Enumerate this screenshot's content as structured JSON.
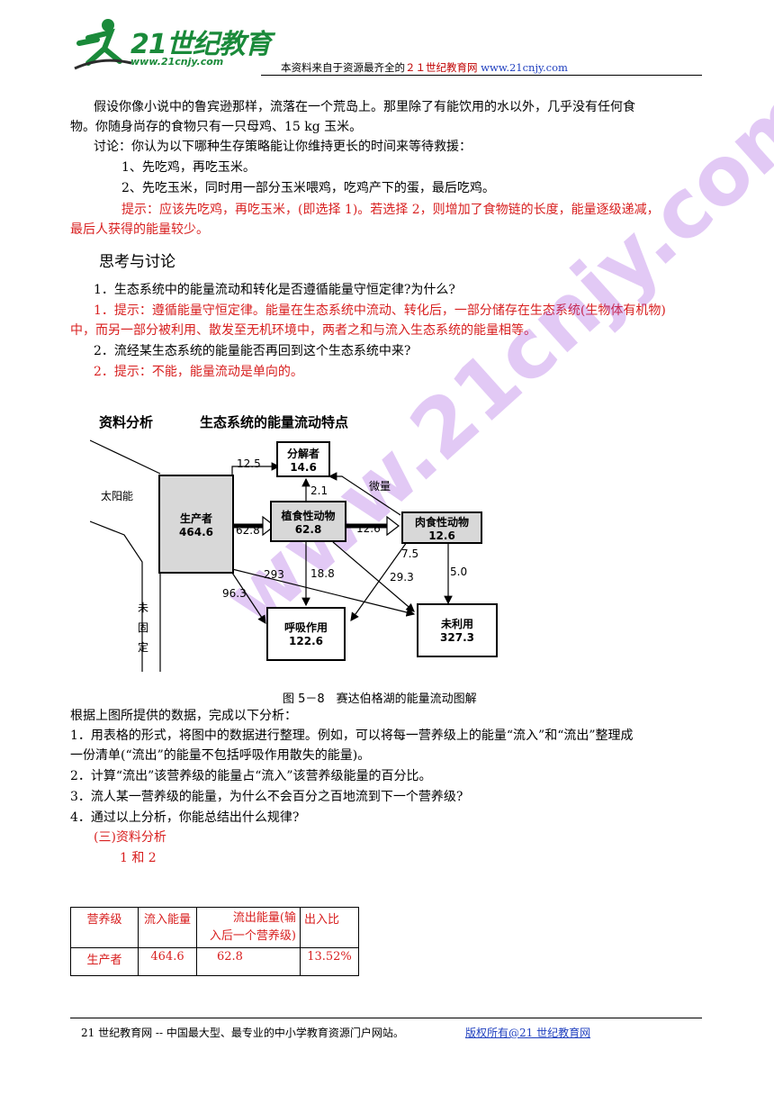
{
  "header": {
    "logo_text": "21世纪教育",
    "logo_url": "www.21cnjy.com",
    "source_prefix": "本资料来自于资源最齐全的",
    "source_name": "２１世纪教育网",
    "source_url": "www.21cnjy.com"
  },
  "intro": {
    "line1": "假设你像小说中的鲁宾逊那样，流落在一个荒岛上。那里除了有能饮用的水以外，几乎没有任何食",
    "line2": "物。你随身尚存的食物只有一只母鸡、15 kg 玉米。",
    "discuss": "讨论：你认为以下哪种生存策略能让你维持更长的时间来等待救援：",
    "opt1": "1、先吃鸡，再吃玉米。",
    "opt2": "2、先吃玉米，同时用一部分玉米喂鸡，吃鸡产下的蛋，最后吃鸡。",
    "hint1": "提示：应该先吃鸡，再吃玉米，(即选择 1)。若选择 2，则增加了食物链的长度，能量逐级递减，",
    "hint2": "最后人获得的能量较少。"
  },
  "think": {
    "heading": "思考与讨论",
    "q1": "1．生态系统中的能量流动和转化是否遵循能量守恒定律?为什么?",
    "a1_line1": "1．提示：遵循能量守恒定律。能量在生态系统中流动、转化后，一部分储存在生态系统(生物体有机物)",
    "a1_line2": "中，而另一部分被利用、散发至无机环境中，两者之和与流入生态系统的能量相等。",
    "q2": "2．流经某生态系统的能量能否再回到这个生态系统中来?",
    "a2": "2．提示：不能，能量流动是单向的。"
  },
  "figure": {
    "title_left": "资料分析",
    "title_right": "生态系统的能量流动特点",
    "caption": "图 5－8　赛达伯格湖的能量流动图解",
    "sun_label": "太阳能",
    "unfixed_label": [
      "未",
      "固",
      "定"
    ],
    "micro_label": "微量",
    "nodes": {
      "producer": {
        "name": "生产者",
        "value": "464.6"
      },
      "decomposer": {
        "name": "分解者",
        "value": "14.6"
      },
      "herbivore": {
        "name": "植食性动物",
        "value": "62.8"
      },
      "carnivore": {
        "name": "肉食性动物",
        "value": "12.6"
      },
      "respiration": {
        "name": "呼吸作用",
        "value": "122.6"
      },
      "unused": {
        "name": "未利用",
        "value": "327.3"
      }
    },
    "edges": {
      "p_to_decomp": "12.5",
      "p_to_herb": "62.8",
      "herb_to_decomp": "2.1",
      "herb_to_carn": "12.6",
      "carn_to_resp": "7.5",
      "herb_to_resp": "18.8",
      "herb_to_unused": "29.3",
      "p_to_unused": "293",
      "p_to_resp": "96.3",
      "carn_to_unused": "5.0"
    }
  },
  "analysis": {
    "intro": "根据上图所提供的数据，完成以下分析：",
    "item1_line1": "1．用表格的形式，将图中的数据进行整理。例如，可以将每一营养级上的能量“流入”和“流出”整理成",
    "item1_line2": "一份清单(“流出”的能量不包括呼吸作用散失的能量)。",
    "item2": "2．计算“流出”该营养级的能量占“流入”该营养级能量的百分比。",
    "item3": "3．流人某一营养级的能量，为什么不会百分之百地流到下一个营养级?",
    "item4": "4．通过以上分析，你能总结出什么规律?",
    "answer_heading": "(三)资料分析",
    "answer_sub": "1 和 2"
  },
  "table": {
    "headers": [
      "营养级",
      "流入能量",
      "流出能量(输入后一个营养级)",
      "出入比"
    ],
    "header_c2_line1": "流出能量(输",
    "header_c2_line2": "入后一个营养级)",
    "rows": [
      [
        "生产者",
        "464.6",
        "62.8",
        "13.52%"
      ]
    ]
  },
  "watermark": "www.21cnjy.com",
  "footer": {
    "left": "21 世纪教育网 -- 中国最大型、最专业的中小学教育资源门户网站。",
    "right": "版权所有@21 世纪教育网"
  }
}
